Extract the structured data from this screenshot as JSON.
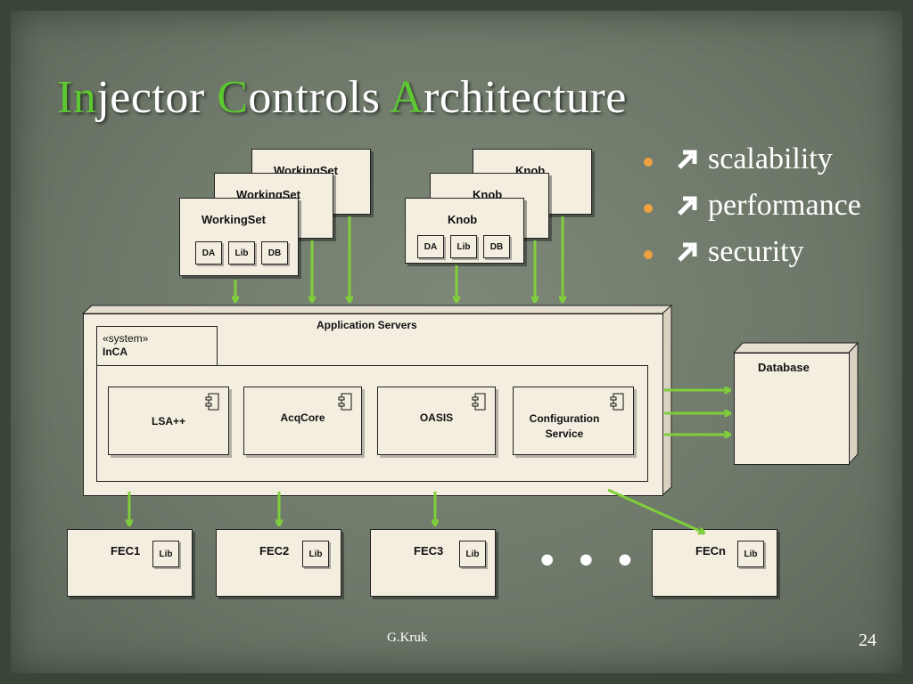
{
  "title": {
    "parts": [
      {
        "text": "In",
        "accent": true
      },
      {
        "text": "jector ",
        "accent": false
      },
      {
        "text": "C",
        "accent": true
      },
      {
        "text": "ontrols ",
        "accent": false
      },
      {
        "text": "A",
        "accent": true
      },
      {
        "text": "rchitecture",
        "accent": false
      }
    ]
  },
  "colors": {
    "accent": "#5ec832",
    "arrow": "#7fcf3a",
    "bullet": "#f0a040"
  },
  "workingset": {
    "label": "WorkingSet",
    "parts": [
      "DA",
      "Lib",
      "DB"
    ]
  },
  "knob": {
    "label": "Knob",
    "parts": [
      "DA",
      "Lib",
      "DB"
    ]
  },
  "app_servers": {
    "label": "Application Servers",
    "stereotype": "«system»",
    "name": "InCA"
  },
  "components": [
    "LSA++",
    "AcqCore",
    "OASIS",
    "Configuration Service"
  ],
  "database": {
    "label": "Database"
  },
  "fecs": [
    {
      "name": "FEC1",
      "lib": "Lib"
    },
    {
      "name": "FEC2",
      "lib": "Lib"
    },
    {
      "name": "FEC3",
      "lib": "Lib"
    },
    {
      "name": "FECn",
      "lib": "Lib"
    }
  ],
  "ellipsis": "• • •",
  "bullets": [
    {
      "icon": "up-right-arrow-icon",
      "text": "scalability"
    },
    {
      "icon": "up-right-arrow-icon",
      "text": "performance"
    },
    {
      "icon": "up-right-arrow-icon",
      "text": "security"
    }
  ],
  "footer": {
    "author": "G.Kruk",
    "page": "24"
  }
}
